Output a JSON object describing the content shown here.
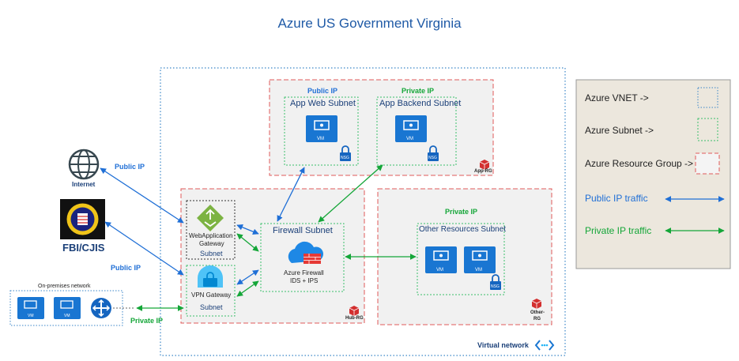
{
  "title": "Azure US Government Virginia",
  "labels": {
    "public_ip_app_web": "Public IP",
    "private_ip_app_backend": "Private IP",
    "app_web_subnet": "App Web Subnet",
    "app_backend_subnet": "App Backend Subnet",
    "app_rg": "App-RG",
    "firewall_subnet": "Firewall Subnet",
    "azure_firewall": "Azure Firewall",
    "ids_ips": "IDS + IPS",
    "webapp_gateway_line1": "WebApplication",
    "webapp_gateway_line2": "Gateway",
    "webapp_subnet": "Subnet",
    "vpn_gateway": "VPN Gateway",
    "vpn_subnet": "Subnet",
    "hub_rg": "Hub-RG",
    "private_ip_other": "Private IP",
    "other_resources_subnet": "Other Resources Subnet",
    "other_rg_line1": "Other-",
    "other_rg_line2": "RG",
    "virtual_network": "Virtual network",
    "internet": "Internet",
    "internet_public_ip": "Public IP",
    "fbi_cjis": "FBI/CJIS",
    "fbi_public_ip": "Public IP",
    "on_prem_network": "On-premises network",
    "on_prem_private_ip": "Private IP",
    "vm": "VM",
    "nsg": "NSG"
  },
  "legend": {
    "azure_vnet": "Azure VNET  ->",
    "azure_subnet": "Azure Subnet ->",
    "azure_rg": "Azure Resource Group ->",
    "public_ip_traffic": "Public IP traffic",
    "private_ip_traffic": "Private IP traffic"
  },
  "colors": {
    "title": "#1f5aa6",
    "public_traffic": "#1f6fd6",
    "private_traffic": "#14a638",
    "rg_border": "#e05a5a",
    "vnet_border": "#3a86c8",
    "subnet_border": "#3bbf6a",
    "vm_blue": "#1976d2",
    "legend_bg": "#ece7dd"
  },
  "icons": [
    "globe-icon",
    "fbi-seal-icon",
    "vm-icon",
    "nsg-lock-icon",
    "firewall-cloud-icon",
    "waf-gateway-icon",
    "vpn-gateway-icon",
    "router-icon",
    "resource-group-cube-icon",
    "vnet-chevrons-icon"
  ]
}
